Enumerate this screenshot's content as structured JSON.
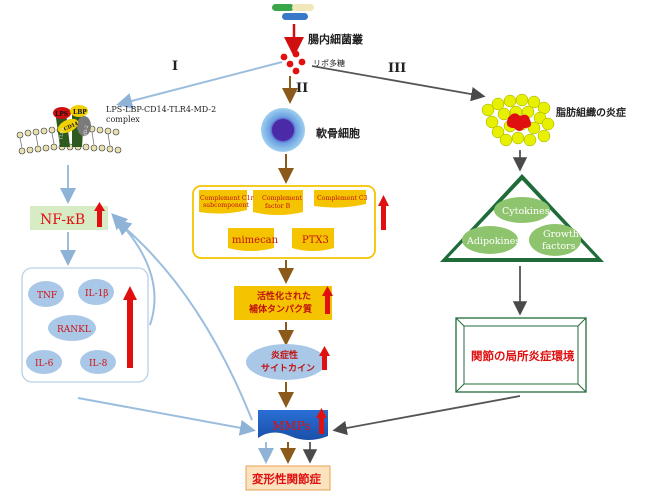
{
  "labels": {
    "gut_bacteria": "腸内細菌叢",
    "lps": "リポ多糖",
    "path_1": "I",
    "path_2": "II",
    "path_3": "III",
    "complex": "LPS-LBP-CD14-TLR4-MD-2",
    "complex_line2": "complex",
    "receptor_lps": "LPS",
    "receptor_lbp": "LBP",
    "receptor_cd14": "CD14",
    "receptor_tlr4": "TLR4",
    "receptor_md2": "MD-2",
    "chondrocyte": "軟骨細胞",
    "adipose_inflammation": "脂肪組織の炎症",
    "nfkb": "NF-κB",
    "tnf": "TNF",
    "il1b": "IL-1β",
    "rankl": "RANKL",
    "il6": "IL-6",
    "il8": "IL-8",
    "complement_c1r_line1": "Complement C1r",
    "complement_c1r_line2": "subcomponent",
    "complement_fb_line1": "Complement",
    "complement_fb_line2": "factor B",
    "complement_c3": "Complement C3",
    "mimecan": "mimecan",
    "ptx3": "PTX3",
    "activated_complement_line1": "活性化された",
    "activated_complement_line2": "補体タンパク質",
    "inflammatory_cytokine_line1": "炎症性",
    "inflammatory_cytokine_line2": "サイトカイン",
    "cytokines": "Cytokines",
    "adipokines": "Adipokines",
    "growth_factors_line1": "Growth",
    "growth_factors_line2": "factors",
    "local_inflammation": "関節の局所炎症環境",
    "mmps": "MMPs",
    "osteoarthritis": "変形性関節症"
  },
  "colors": {
    "red": "#e01010",
    "arrow_brown": "#8b5a1a",
    "arrow_blue": "#a8c6e0",
    "arrow_gray": "#555555",
    "gold": "#f5c400",
    "green_box": "#d7ecc5",
    "oval_blue": "#a9c8e8",
    "oval_green": "#8fc46e",
    "triangle_green": "#1f6b3a"
  }
}
